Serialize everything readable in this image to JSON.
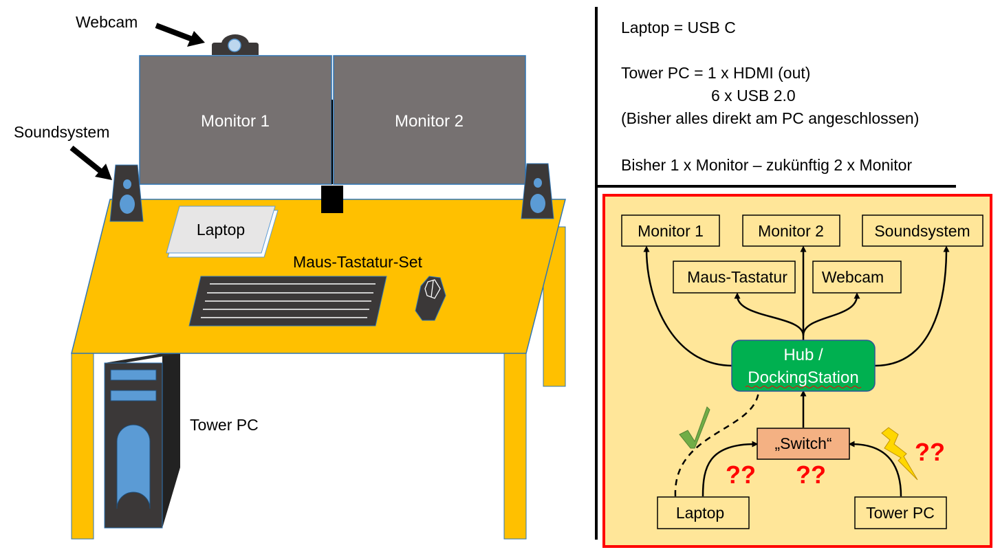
{
  "desk_scene": {
    "webcam_label": "Webcam",
    "soundsystem_label": "Soundsystem",
    "monitor1_label": "Monitor 1",
    "monitor2_label": "Monitor 2",
    "laptop_label": "Laptop",
    "keyboard_label": "Maus-Tastatur-Set",
    "tower_label": "Tower PC"
  },
  "info": {
    "line1": "Laptop =  USB C",
    "line2": "Tower PC = 1 x HDMI (out)",
    "line3": "6 x USB 2.0",
    "line4": "(Bisher alles direkt am PC angeschlossen)",
    "line5": "Bisher 1 x Monitor – zukünftig 2 x Monitor"
  },
  "schema": {
    "monitor1": "Monitor 1",
    "monitor2": "Monitor 2",
    "soundsystem": "Soundsystem",
    "maus_tastatur": "Maus-Tastatur",
    "webcam": "Webcam",
    "hub_line1": "Hub /",
    "hub_line2": "DockingStation",
    "switch": "„Switch“",
    "laptop": "Laptop",
    "tower": "Tower PC",
    "question1": "??",
    "question2": "??",
    "question3": "??"
  },
  "colors": {
    "desk": "#FFC000",
    "monitor": "#767171",
    "dark": "#3B3838",
    "panel_bg": "#FFE699",
    "panel_border": "#FF0000",
    "hub": "#00B050",
    "switch": "#F4B183",
    "question": "#FF0000",
    "check": "#70AD47",
    "blue": "#5B9BD5"
  },
  "icons": [
    "arrow-icon",
    "checkmark-icon",
    "lightning-icon"
  ]
}
